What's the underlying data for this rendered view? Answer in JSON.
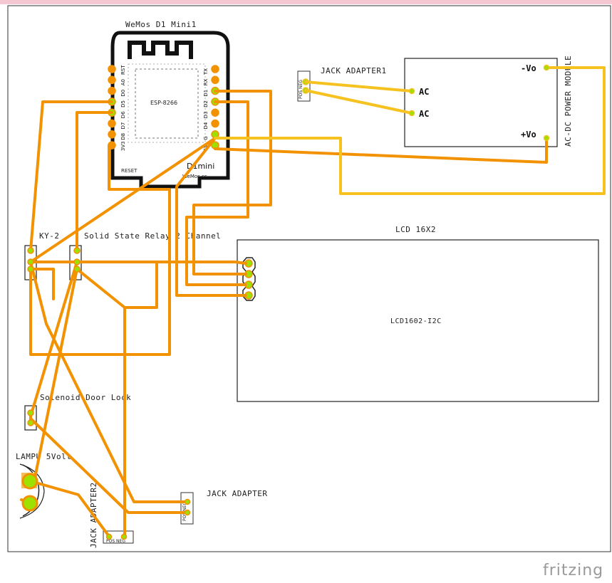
{
  "watermark": "fritzing",
  "wemos": {
    "title": "WeMos D1 Mini1",
    "chip": "ESP-8266",
    "reset": "RESET",
    "brand": "D1mini",
    "site": "WeMos.cc",
    "left_pins": [
      "RST",
      "A0",
      "D0",
      "D5",
      "D6",
      "D7",
      "D8",
      "3V3"
    ],
    "right_pins": [
      "TX",
      "RX",
      "D1",
      "D2",
      "D3",
      "D4",
      "G",
      "5V"
    ]
  },
  "labels": {
    "jack_adapter1": "JACK ADAPTER1",
    "jack_adapter": "JACK ADAPTER",
    "jack_adapter2": "JACK ADAPTER2",
    "power_module": "AC-DC POWER MODULE",
    "ac1": "AC",
    "ac2": "AC",
    "vo_neg": "-Vo",
    "vo_pos": "+Vo",
    "lcd_title": "LCD 16X2",
    "lcd_part": "LCD1602-I2C",
    "ky2": "KY-2",
    "relay": "Solid State Relay 2 Channel",
    "solenoid": "Solenoid Door Lock",
    "lamp": "LAMPU 5Volt",
    "pos_neg": "POS NEG",
    "pos_neg_2": "POS NEG",
    "pos_neg_3": "POS NEG"
  },
  "colors": {
    "wire_orange": "#f39200",
    "wire_yellow": "#f5c220",
    "board": "#111111",
    "pin_header": "#f39200",
    "endpoint": "#9ee000"
  }
}
